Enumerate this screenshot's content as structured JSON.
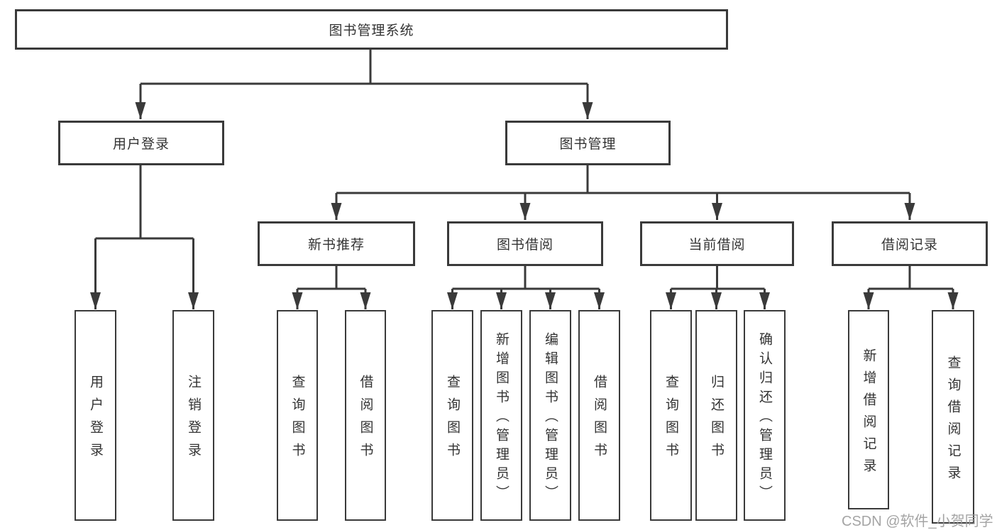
{
  "watermark": "CSDN @软件_小贺同学",
  "colors": {
    "line": "#3a3a3a",
    "text": "#333333",
    "watermark": "#9b9b9b",
    "background": "#ffffff"
  },
  "diagram": {
    "type": "hierarchy-tree",
    "root": {
      "label": "图书管理系统"
    },
    "branches": [
      {
        "label": "用户登录",
        "children": [
          {
            "label": "用户登录"
          },
          {
            "label": "注销登录"
          }
        ]
      },
      {
        "label": "图书管理",
        "children": [
          {
            "label": "新书推荐",
            "children": [
              {
                "label": "查询图书"
              },
              {
                "label": "借阅图书"
              }
            ]
          },
          {
            "label": "图书借阅",
            "children": [
              {
                "label": "查询图书"
              },
              {
                "label": "新增图书（管理员）"
              },
              {
                "label": "编辑图书（管理员）"
              },
              {
                "label": "借阅图书"
              }
            ]
          },
          {
            "label": "当前借阅",
            "children": [
              {
                "label": "查询图书"
              },
              {
                "label": "归还图书"
              },
              {
                "label": "确认归还（管理员）"
              }
            ]
          },
          {
            "label": "借阅记录",
            "children": [
              {
                "label": "新增借阅记录"
              },
              {
                "label": "查询借阅记录"
              }
            ]
          }
        ]
      }
    ]
  }
}
